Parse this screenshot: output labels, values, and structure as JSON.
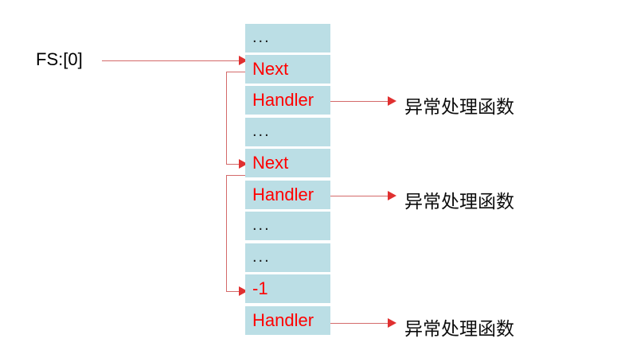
{
  "diagram": {
    "title_label": "FS:[0]",
    "stack": {
      "cells": [
        {
          "text": "...",
          "kind": "ellipsis"
        },
        {
          "text": "Next",
          "kind": "label"
        },
        {
          "text": "Handler",
          "kind": "label"
        },
        {
          "text": "...",
          "kind": "ellipsis"
        },
        {
          "text": "Next",
          "kind": "label"
        },
        {
          "text": "Handler",
          "kind": "label"
        },
        {
          "text": "...",
          "kind": "ellipsis"
        },
        {
          "text": "...",
          "kind": "ellipsis"
        },
        {
          "text": "-1",
          "kind": "label"
        },
        {
          "text": "Handler",
          "kind": "label"
        }
      ]
    },
    "handler_targets": [
      {
        "text": "异常处理函数"
      },
      {
        "text": "异常处理函数"
      },
      {
        "text": "异常处理函数"
      }
    ],
    "colors": {
      "cell_fill": "#bbdee5",
      "cell_text": "#ff0000",
      "ellipsis_text": "#1a1a1a",
      "connector": "#d46a6a",
      "arrowhead": "#e03030",
      "label_text": "#000000",
      "background": "#ffffff"
    }
  }
}
